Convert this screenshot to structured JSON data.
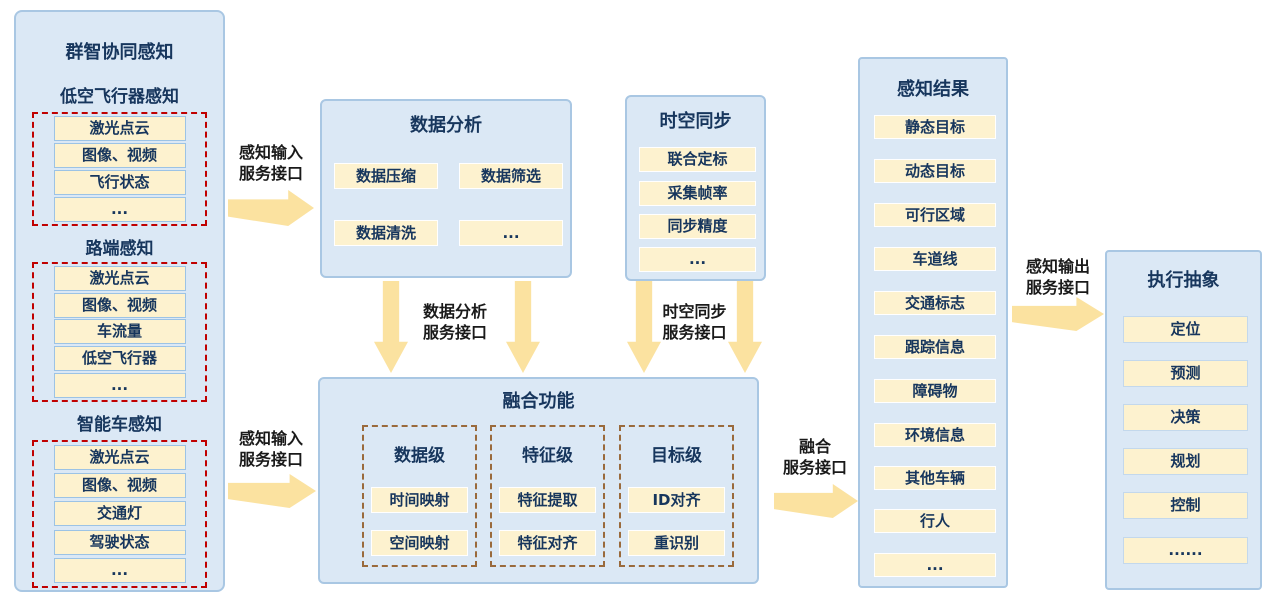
{
  "colors": {
    "panel_fill": "#dbe8f5",
    "panel_border": "#a9c7e3",
    "chip_fill": "#fdf2cf",
    "arrow": "#fbe2a0",
    "text_navy": "#17365d",
    "dash_red": "#c00000",
    "dash_brown": "#9a6a3c"
  },
  "left_panel": {
    "title": "群智协同感知",
    "groups": [
      {
        "title": "低空飞行器感知",
        "items": [
          "激光点云",
          "图像、视频",
          "飞行状态",
          "..."
        ]
      },
      {
        "title": "路端感知",
        "items": [
          "激光点云",
          "图像、视频",
          "车流量",
          "低空飞行器",
          "..."
        ]
      },
      {
        "title": "智能车感知",
        "items": [
          "激光点云",
          "图像、视频",
          "交通灯",
          "驾驶状态",
          "..."
        ]
      }
    ]
  },
  "data_analysis": {
    "title": "数据分析",
    "items": [
      "数据压缩",
      "数据筛选",
      "数据清洗",
      "..."
    ]
  },
  "sync": {
    "title": "时空同步",
    "items": [
      "联合定标",
      "采集帧率",
      "同步精度",
      "..."
    ]
  },
  "fusion": {
    "title": "融合功能",
    "groups": [
      {
        "title": "数据级",
        "items": [
          "时间映射",
          "空间映射"
        ]
      },
      {
        "title": "特征级",
        "items": [
          "特征提取",
          "特征对齐"
        ]
      },
      {
        "title": "目标级",
        "items": [
          "ID对齐",
          "重识别"
        ]
      }
    ]
  },
  "results": {
    "title": "感知结果",
    "items": [
      "静态目标",
      "动态目标",
      "可行区域",
      "车道线",
      "交通标志",
      "跟踪信息",
      "障碍物",
      "环境信息",
      "其他车辆",
      "行人",
      "..."
    ]
  },
  "execution": {
    "title": "执行抽象",
    "items": [
      "定位",
      "预测",
      "决策",
      "规划",
      "控制",
      "......"
    ]
  },
  "arrow_labels": {
    "input_top": {
      "line1": "感知输入",
      "line2": "服务接口"
    },
    "input_bottom": {
      "line1": "感知输入",
      "line2": "服务接口"
    },
    "analysis": {
      "line1": "数据分析",
      "line2": "服务接口"
    },
    "sync": {
      "line1": "时空同步",
      "line2": "服务接口"
    },
    "fusion": {
      "line1": "融合",
      "line2": "服务接口"
    },
    "output": {
      "line1": "感知输出",
      "line2": "服务接口"
    }
  }
}
